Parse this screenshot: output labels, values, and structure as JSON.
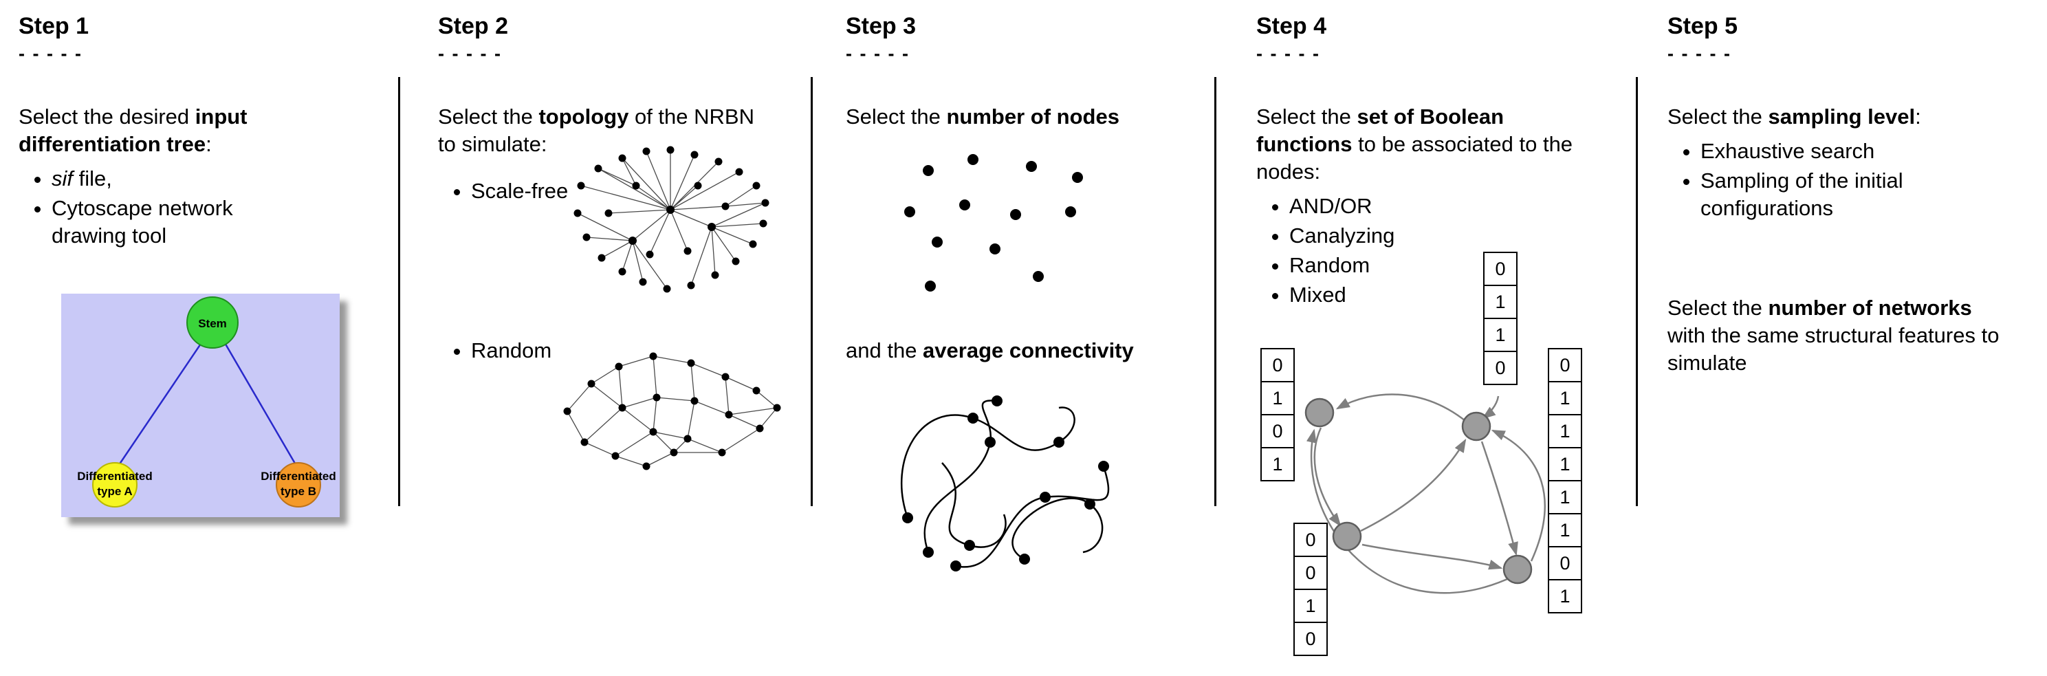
{
  "steps": [
    {
      "title": "Step 1",
      "dashes": "- - - - -",
      "intro": {
        "pre": "Select the desired ",
        "bold": "input differentiation tree",
        "post": ":"
      },
      "bullets": [
        {
          "italic": "sif",
          "rest": " file,"
        },
        {
          "text": "Cytoscape network drawing tool"
        }
      ],
      "tree": {
        "stem_label": "Stem",
        "type_a": {
          "line1": "Differentiated",
          "line2": "type A"
        },
        "type_b": {
          "line1": "Differentiated",
          "line2": "type B"
        },
        "colors": {
          "background": "#c9c9f7",
          "stem": "#3ad43a",
          "type_a": "#f6f622",
          "type_b": "#f59a28",
          "edge": "#2929cc"
        }
      }
    },
    {
      "title": "Step 2",
      "dashes": "- - - - -",
      "intro": {
        "pre": "Select the ",
        "bold": "topology",
        "post": " of the NRBN to simulate:"
      },
      "bullets": [
        {
          "text": "Scale-free"
        },
        {
          "text": "Random"
        }
      ]
    },
    {
      "title": "Step 3",
      "dashes": "- - - - -",
      "intro": {
        "pre": "Select the ",
        "bold": "number of nodes",
        "post": ""
      },
      "second": {
        "pre": "and the ",
        "bold": "average connectivity",
        "post": ""
      }
    },
    {
      "title": "Step 4",
      "dashes": "- - - - -",
      "intro": {
        "pre": "Select the ",
        "bold": "set of Boolean functions",
        "post": " to be associated to the nodes:"
      },
      "bullets": [
        {
          "text": "AND/OR"
        },
        {
          "text": "Canalyzing"
        },
        {
          "text": "Random"
        },
        {
          "text": "Mixed"
        }
      ],
      "network": {
        "node_fill": "#9c9c9c",
        "node_stroke": "#5e5e5e",
        "arrow": "#7f7f7f"
      },
      "truth_tables": {
        "top": [
          "0",
          "1",
          "1",
          "0"
        ],
        "left": [
          "0",
          "1",
          "0",
          "1"
        ],
        "bottom_left": [
          "0",
          "0",
          "1",
          "0"
        ],
        "right": [
          "0",
          "1",
          "1",
          "1",
          "1",
          "1",
          "0",
          "1"
        ]
      }
    },
    {
      "title": "Step 5",
      "dashes": "- - - - -",
      "intro": {
        "pre": "Select the ",
        "bold": "sampling level",
        "post": ":"
      },
      "bullets": [
        {
          "text": "Exhaustive search"
        },
        {
          "text": "Sampling of the initial configurations"
        }
      ],
      "second": {
        "pre": "Select the ",
        "bold": "number of networks",
        "post": " with the same structural features to simulate"
      }
    }
  ]
}
